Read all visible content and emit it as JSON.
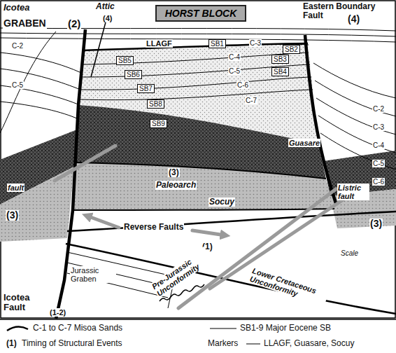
{
  "diagram": {
    "title": "HORST BLOCK",
    "labels": [
      "Icotea",
      "GRABEN",
      "(2)",
      "Attic",
      "(4)",
      "Eastern Boundary Fault",
      "(4)",
      "LLAGF",
      "SB1",
      "C-3",
      "SB2",
      "SB5",
      "C-4",
      "SB3",
      "SB6",
      "C-5",
      "SB4",
      "C-6",
      "SB7",
      "C-7",
      "SB8",
      "SB9",
      "C-2",
      "C-5",
      "C-2",
      "C-3",
      "C-4",
      "C-5",
      "C-6",
      "Guasare",
      "(3)",
      "Paleoarch",
      "Socuy",
      "Listric fault",
      "fault",
      "(3)",
      "(3)",
      "Reverse Faults",
      "(1)",
      "Scale",
      "Jurassic Graben",
      "Pre-Jurassic Unconformity",
      "Lower Cretaceous Unconformity",
      "Icotea Fault",
      "(1-2)",
      "(1)",
      "Markers"
    ],
    "legend": [
      {
        "text": "C-1 to C-7 Misoa Sands"
      },
      {
        "text": "SB1-9 Major Eocene SB"
      },
      {
        "text": "Timing of Structural Events"
      },
      {
        "text": "LLAGF, Guasare, Socuy"
      }
    ]
  }
}
